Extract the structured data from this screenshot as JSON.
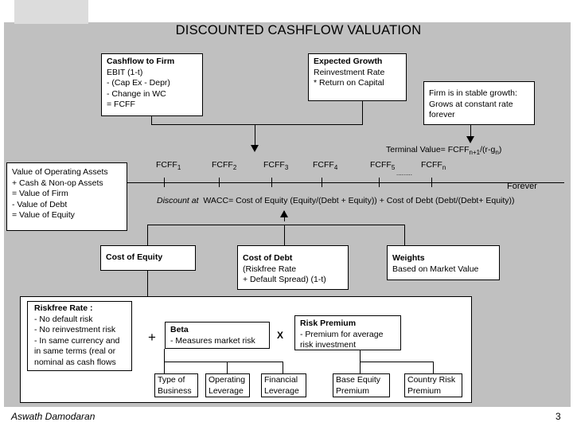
{
  "title": "DISCOUNTED CASHFLOW VALUATION",
  "cashflow_box": {
    "heading": "Cashflow to Firm",
    "lines": [
      "EBIT (1-t)",
      "- (Cap Ex - Depr)",
      "- Change in WC",
      "= FCFF"
    ]
  },
  "growth_box": {
    "heading": "Expected Growth",
    "lines": [
      "Reinvestment Rate",
      "* Return on Capital"
    ]
  },
  "stable_box": {
    "lines": [
      "Firm is in stable growth:",
      "Grows at constant rate",
      "forever"
    ]
  },
  "terminal_value": {
    "label": "Terminal Value= FCFF",
    "sub": "n+1",
    "formula": "/(r-g",
    "sub2": "n",
    "close": ")"
  },
  "fcff_labels": [
    {
      "base": "FCFF",
      "sub": "1"
    },
    {
      "base": "FCFF",
      "sub": "2"
    },
    {
      "base": "FCFF",
      "sub": "3"
    },
    {
      "base": "FCFF",
      "sub": "4"
    },
    {
      "base": "FCFF",
      "sub": "5"
    },
    {
      "base": "FCFF",
      "sub": "n"
    }
  ],
  "ellipsis": ".........",
  "forever_label": "Forever",
  "value_box": {
    "lines": [
      "Value of Operating Assets",
      "+ Cash & Non-op Assets",
      "= Value of Firm",
      "- Value of Debt",
      "= Value of Equity"
    ]
  },
  "discount": {
    "label": "Discount at",
    "formula": "WACC= Cost of Equity (Equity/(Debt + Equity)) + Cost of Debt (Debt/(Debt+ Equity))"
  },
  "equity_box": {
    "heading": "Cost of Equity"
  },
  "debt_box": {
    "heading": "Cost of Debt",
    "lines": [
      "(Riskfree Rate",
      "+ Default Spread) (1-t)"
    ]
  },
  "weights_box": {
    "heading": "Weights",
    "lines": [
      "Based on Market Value"
    ]
  },
  "riskfree_box": {
    "heading": "Riskfree Rate :",
    "lines": [
      "- No default risk",
      "- No reinvestment risk",
      "- In same currency and",
      "in same terms (real or",
      "nominal as cash flows"
    ]
  },
  "plus_sign": "+",
  "beta_box": {
    "heading": "Beta",
    "lines": [
      "- Measures market risk"
    ]
  },
  "times_sign": "X",
  "premium_box": {
    "heading": "Risk Premium",
    "lines": [
      "- Premium for average",
      "risk investment"
    ]
  },
  "beta_drivers": [
    {
      "lines": [
        "Type of",
        "Business"
      ]
    },
    {
      "lines": [
        "Operating",
        "Leverage"
      ]
    },
    {
      "lines": [
        "Financial",
        "Leverage"
      ]
    }
  ],
  "premium_drivers": [
    {
      "lines": [
        "Base Equity",
        "Premium"
      ]
    },
    {
      "lines": [
        "Country Risk",
        "Premium"
      ]
    }
  ],
  "footer": {
    "author": "Aswath Damodaran",
    "page": "3"
  }
}
